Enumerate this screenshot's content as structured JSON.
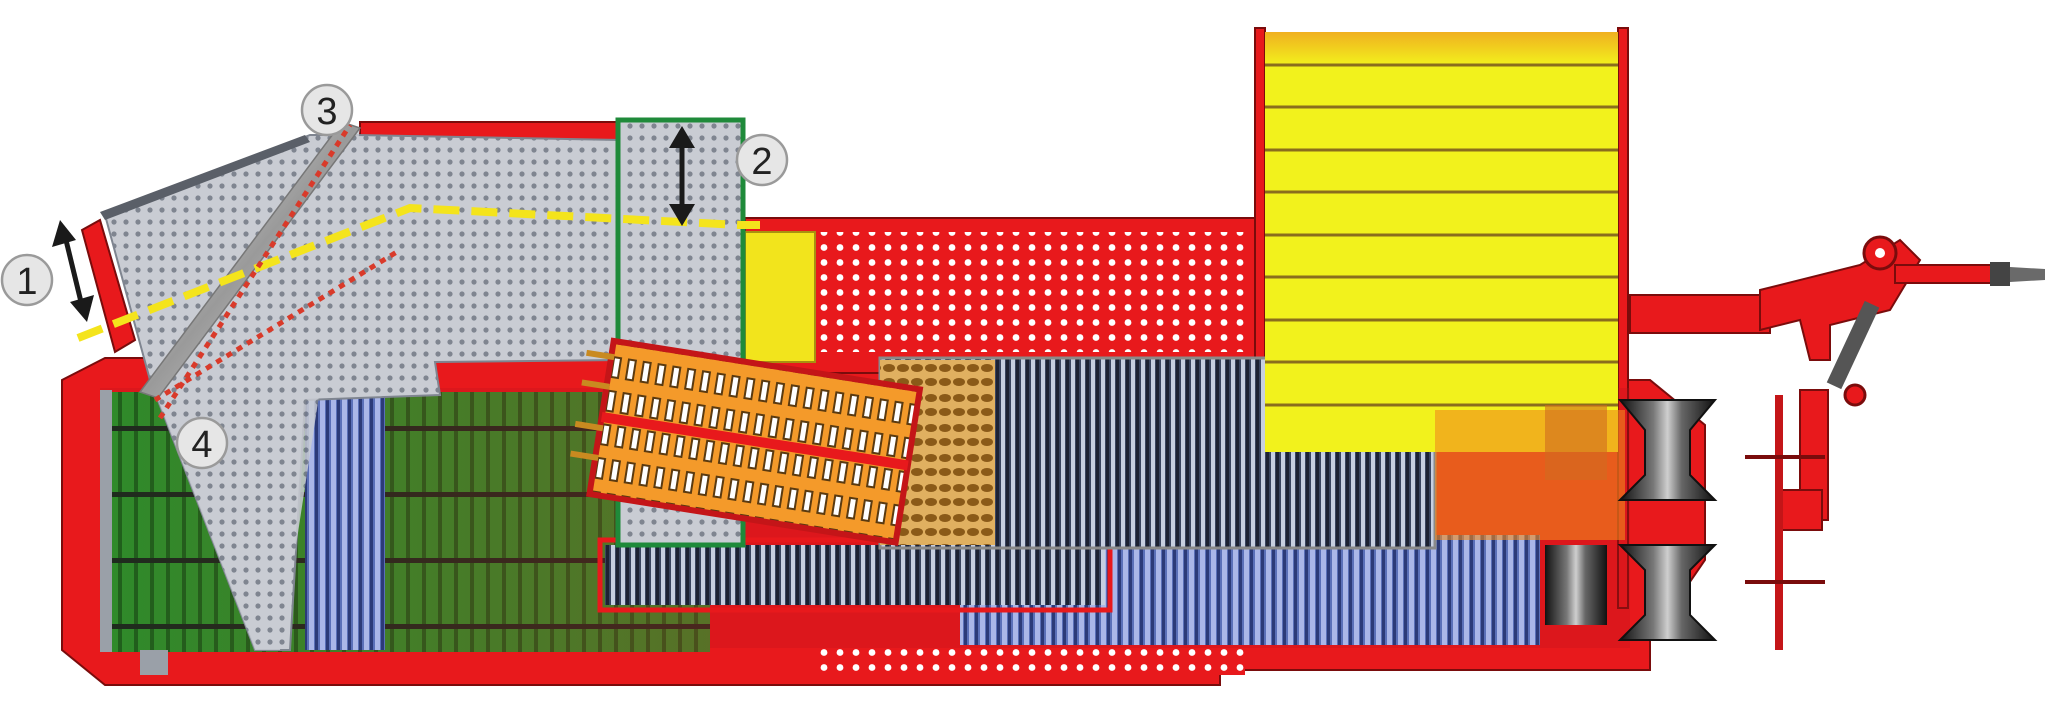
{
  "callouts": [
    {
      "label": "1"
    },
    {
      "label": "2"
    },
    {
      "label": "3"
    },
    {
      "label": "4"
    }
  ],
  "colors": {
    "frame": "#e8191c",
    "screen": "#c9ccd3",
    "hopper": "#f2f21c",
    "green_section": "#2f8a2a",
    "orange_rollers": "#f49a2a",
    "blue_rollers": "#5a6fb8",
    "dark_rollers": "#3a4560",
    "adjust_line": "#f4e41c",
    "pivot_line": "#d93a2a",
    "arrow": "#1a1a1a",
    "dot": "#ffffff",
    "wheel": "#2a2a2a"
  },
  "icons": [
    "double-arrow-icon",
    "wheel-icon",
    "hitch-icon"
  ]
}
